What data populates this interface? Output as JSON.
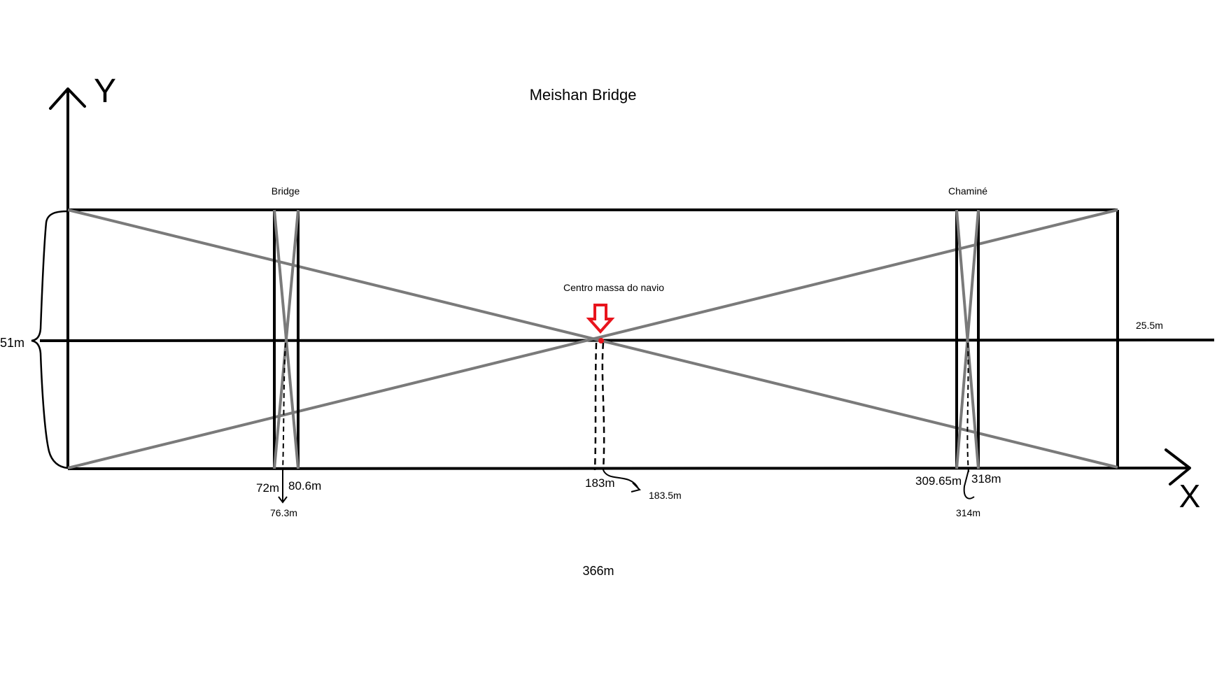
{
  "title": "Meishan Bridge",
  "axes": {
    "y_label": "Y",
    "x_label": "X"
  },
  "structures": {
    "bridge_label": "Bridge",
    "chimney_label": "Chaminé"
  },
  "center_of_mass": {
    "label": "Centro massa do navio",
    "marker_color": "#e8141c"
  },
  "dimensions": {
    "height": "51m",
    "half_height": "25.5m",
    "total_length": "366m",
    "bridge_start": "72m",
    "bridge_end": "80.6m",
    "bridge_center": "76.3m",
    "center_x": "183m",
    "center_x_alt": "183.5m",
    "chimney_start": "309.65m",
    "chimney_end": "318m",
    "chimney_center": "314m"
  },
  "colors": {
    "lines": "#000000",
    "diagonals": "#7a7a7a",
    "accent": "#e8141c"
  }
}
